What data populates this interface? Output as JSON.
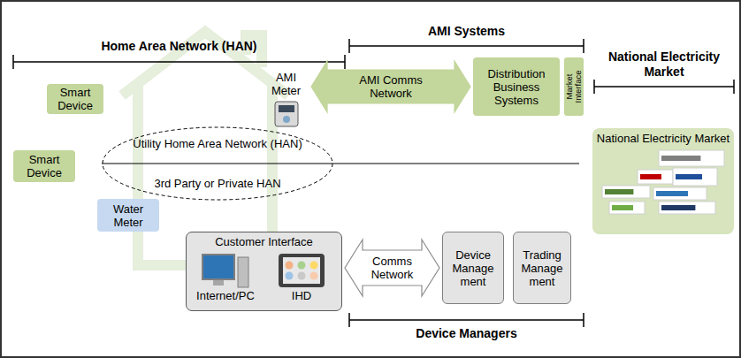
{
  "diagram": {
    "nodes": [
      {
        "text": [
          "Smart Device"
        ]
      },
      {
        "text": [
          "Smart Device"
        ]
      },
      {
        "text": [
          "Water Meter"
        ]
      },
      {
        "text": [
          "Utility Home Area Network (HAN)",
          "3rd Party or Private HAN"
        ]
      },
      {
        "text": [
          "AMI Meter"
        ]
      },
      {
        "text": [
          "Distribution Business Systems"
        ]
      },
      {
        "text": [
          "Market Interface"
        ]
      },
      {
        "text": [
          "National Electricity Market"
        ]
      },
      {
        "text": [
          "Customer Interface"
        ]
      },
      {
        "text": [
          "Internet/PC"
        ],
        "in": 8
      },
      {
        "text": [
          "IHD"
        ],
        "in": 8
      },
      {
        "text": [
          "Device Manage ment"
        ]
      },
      {
        "text": [
          "Trading Manage ment"
        ]
      }
    ],
    "edges": [
      {
        "from": 4,
        "to": 5,
        "label": "AMI Comms Network",
        "arrow": "both"
      },
      {
        "from": 8,
        "to": 11,
        "label": "Comms Network",
        "arrow": "both"
      }
    ],
    "labels": [
      "Home Area Network (HAN)",
      "AMI Systems",
      "National Electricity Market",
      "Device Managers"
    ]
  }
}
